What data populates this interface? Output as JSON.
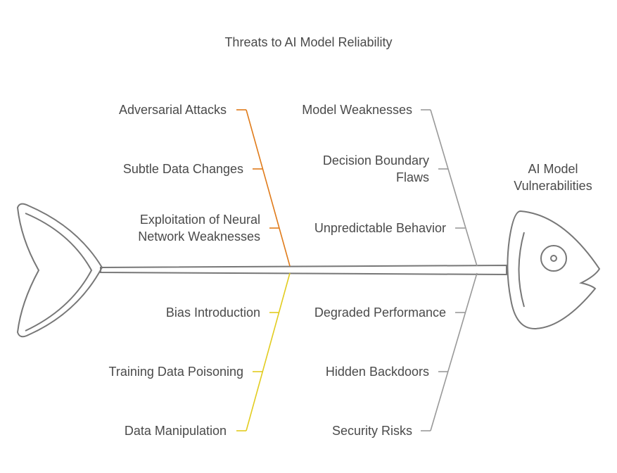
{
  "title": "Threats to AI Model Reliability",
  "head_label": "AI Model Vulnerabilities",
  "bones": {
    "adversarial": {
      "color": "#e07b1a",
      "header": "Adversarial Attacks",
      "items": [
        "Subtle Data Changes",
        "Exploitation of Neural Network Weaknesses"
      ]
    },
    "model": {
      "color": "#999999",
      "header": "Model Weaknesses",
      "items": [
        "Decision Boundary Flaws",
        "Unpredictable Behavior"
      ]
    },
    "data": {
      "color": "#e2cc1f",
      "header": "Data Manipulation",
      "items": [
        "Bias Introduction",
        "Training Data Poisoning"
      ]
    },
    "security": {
      "color": "#999999",
      "header": "Security Risks",
      "items": [
        "Degraded Performance",
        "Hidden Backdoors"
      ]
    }
  },
  "outline_color": "#777777"
}
